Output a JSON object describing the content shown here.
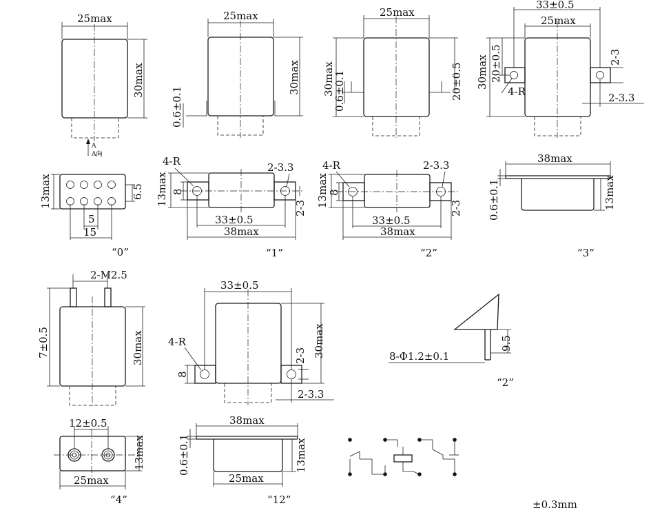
{
  "variant_captions": {
    "v0": "“0”",
    "v1": "“1”",
    "v2": "“2”",
    "v3": "“3”",
    "v4": "“4”",
    "v12": "“12”",
    "pin_detail": "“2”"
  },
  "dimensions": {
    "body_width_max": "25max",
    "body_height_max": "30max",
    "base_height_max": "13max",
    "flange_length_max": "38max",
    "mount_pitch": "33±0.5",
    "mount_hole": "2-3.3",
    "flange_width_8": "8",
    "corner_radius": "4-R",
    "flange_thickness": "0.6±0.1",
    "mount_height": "20±0.5",
    "pin_tolerance_6_5": "6.5",
    "pin_pitch_5": "5",
    "pin_span_15": "15",
    "view_arrow": "A",
    "view_direction": "A向",
    "side_note_2_3": "2-3",
    "stud_thread": "2-M2.5",
    "stud_height": "7±0.5",
    "stud_pitch": "12±0.5",
    "pin_detail_label": "8-Φ1.2±0.1",
    "pin_length": "9.5",
    "general_tolerance": "±0.3mm"
  },
  "icons": {
    "view_arrow": "arrow-up-icon",
    "terminal_nut": "nut-icon",
    "pin": "pin-dot-icon"
  }
}
